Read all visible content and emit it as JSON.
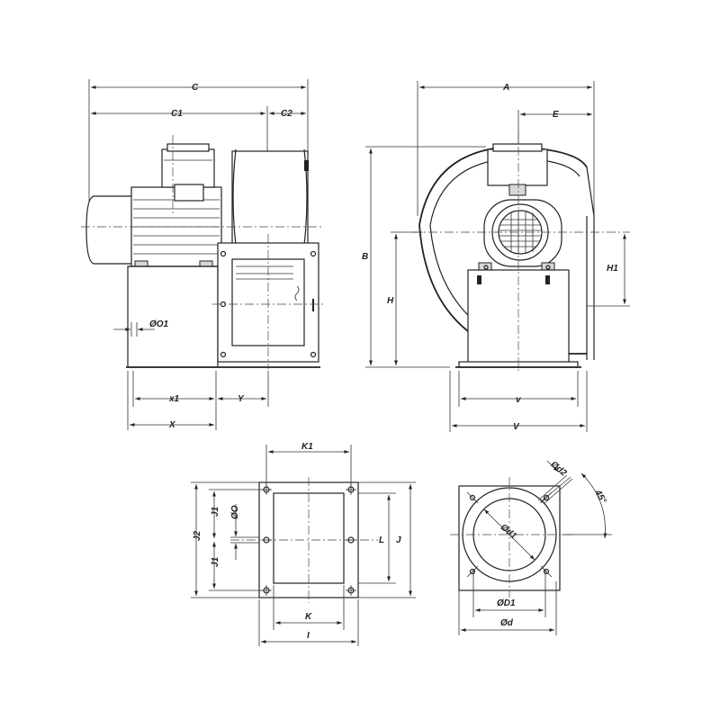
{
  "labels": {
    "C": "C",
    "C1": "C1",
    "C2": "C2",
    "A": "A",
    "E": "E",
    "B": "B",
    "H": "H",
    "H1": "H1",
    "O1": "ØO1",
    "x1": "x1",
    "Y": "Y",
    "X": "X",
    "v": "v",
    "V": "V",
    "K1": "K1",
    "K": "K",
    "I": "I",
    "J1_top": "J1",
    "J1_bottom": "J1",
    "J2": "J2",
    "O": "ØO",
    "L": "L",
    "J": "J",
    "d1": "Ød1",
    "d2": "Ød2",
    "angle": "45°",
    "D1": "ØD1",
    "d": "Ød"
  },
  "colors": {
    "line": "#222222",
    "background": "#ffffff"
  }
}
